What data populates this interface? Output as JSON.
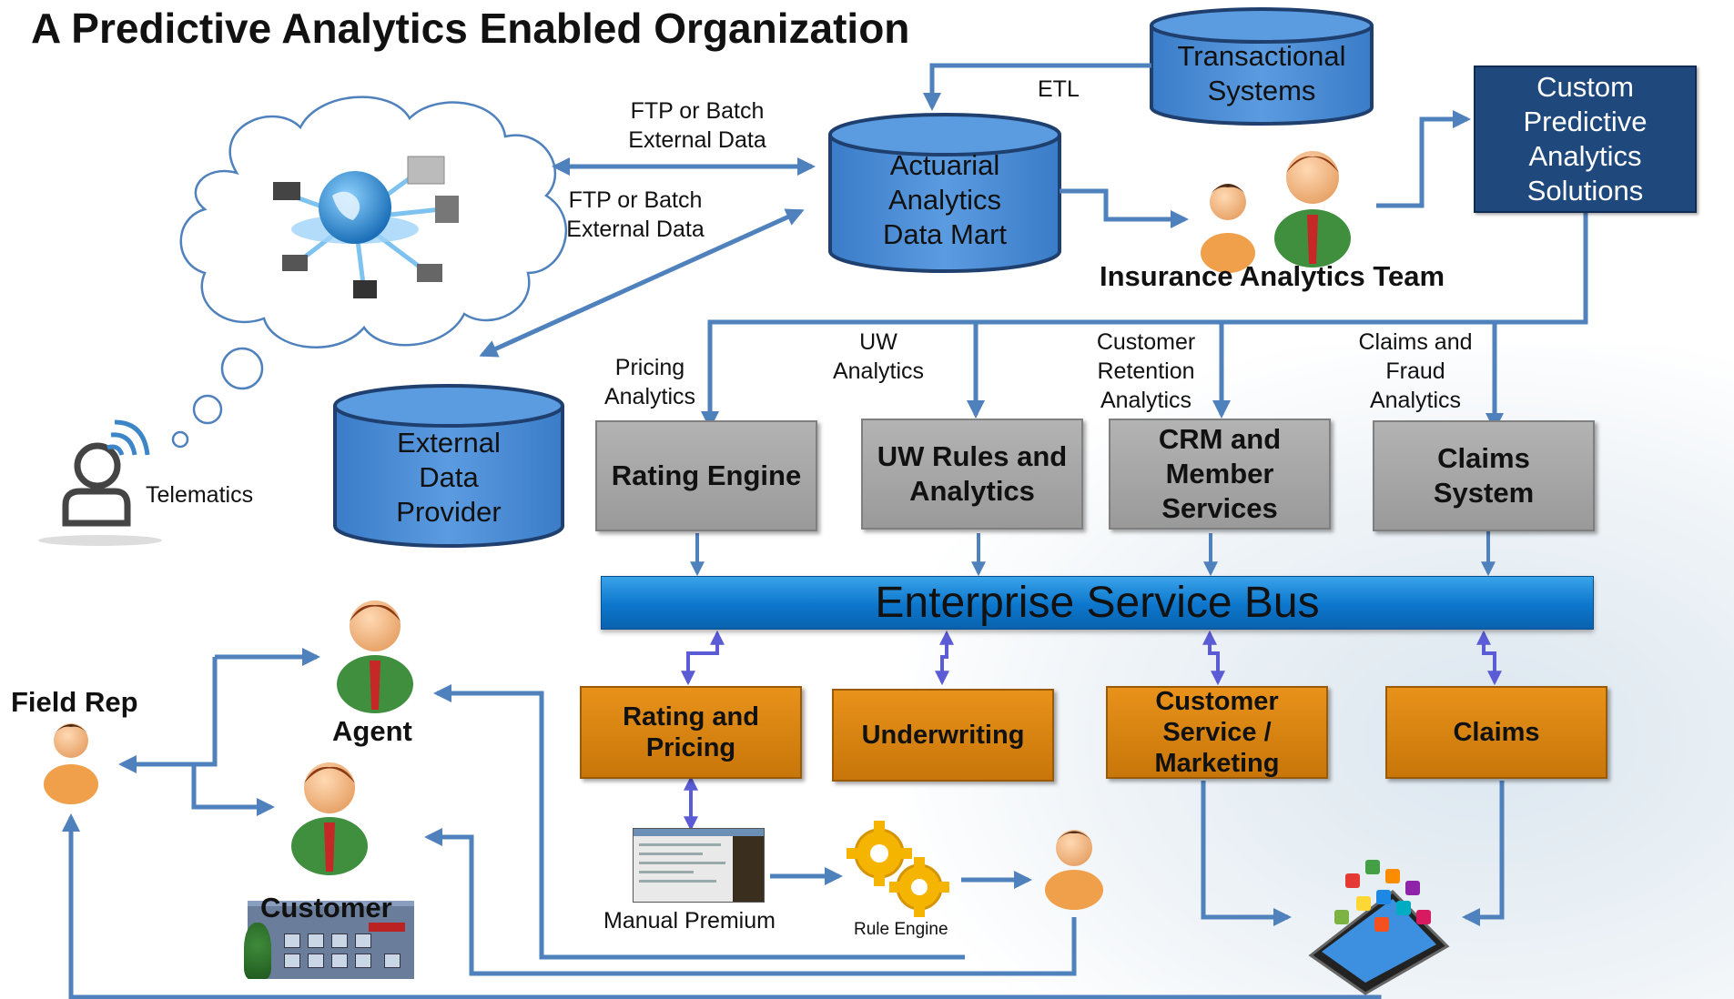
{
  "title": "A Predictive Analytics Enabled Organization",
  "stores": {
    "transactional": [
      "Transactional",
      "Systems"
    ],
    "actuarial": [
      "Actuarial",
      "Analytics",
      "Data Mart"
    ],
    "external": [
      "External",
      "Data",
      "Provider"
    ]
  },
  "custom_solutions": [
    "Custom",
    "Predictive",
    "Analytics",
    "Solutions"
  ],
  "labels": {
    "etl": "ETL",
    "ftp_1": [
      "FTP or Batch",
      "External Data"
    ],
    "ftp_2": [
      "FTP or Batch",
      "External Data"
    ],
    "analytics_team": "Insurance Analytics Team",
    "telematics": "Telematics",
    "pricing_analytics": [
      "Pricing",
      "Analytics"
    ],
    "uw_analytics": [
      "UW",
      "Analytics"
    ],
    "retention_analytics": [
      "Customer",
      "Retention",
      "Analytics"
    ],
    "fraud_analytics": [
      "Claims and",
      "Fraud",
      "Analytics"
    ],
    "field_rep": "Field Rep",
    "agent": "Agent",
    "customer": "Customer",
    "manual_premium": "Manual Premium",
    "rule_engine": "Rule Engine"
  },
  "systems": {
    "rating_engine": [
      "Rating Engine"
    ],
    "uw_rules": [
      "UW Rules and",
      "Analytics"
    ],
    "crm": [
      "CRM and",
      "Member",
      "Services"
    ],
    "claims_system": [
      "Claims",
      "System"
    ]
  },
  "esb": "Enterprise Service Bus",
  "functions": {
    "rating_pricing": [
      "Rating and",
      "Pricing"
    ],
    "underwriting": [
      "Underwriting"
    ],
    "customer_service": [
      "Customer",
      "Service /",
      "Marketing"
    ],
    "claims": [
      "Claims"
    ]
  },
  "colors": {
    "arrow_blue": "#4f81bd",
    "esb_arrow": "#5b5bd6",
    "cylinder_fill": "#4f8fd6",
    "cylinder_border": "#1f3f6e",
    "dark_box": "#1f497d",
    "gray_box": "#a6a6a6",
    "orange_box": "#e08a12",
    "esb_blue": "#0c76cc"
  },
  "icons": [
    "network-globe-icon",
    "telematics-person-icon",
    "person-icon",
    "gear-icon",
    "smartphone-apps-icon",
    "building-icon",
    "screenshot-icon"
  ]
}
